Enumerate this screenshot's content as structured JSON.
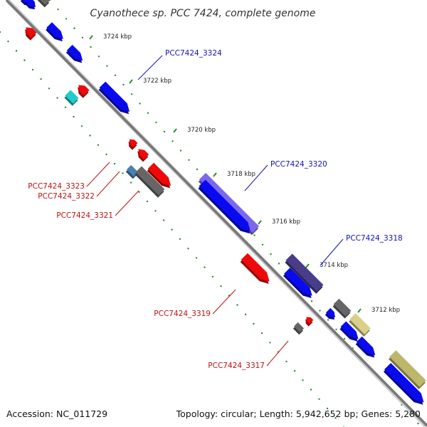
{
  "title": "Cyanothece sp. PCC 7424, complete genome",
  "footer": {
    "accession": "Accession: NC_011729",
    "summary": "Topology: circular; Length: 5,942,652 bp; Genes: 5,280"
  },
  "colors": {
    "backbone": "#777777",
    "tick": "#2e8b2e",
    "dot": "#2e8b2e",
    "forward_label": "#1010c0",
    "reverse_label": "#c01010",
    "blue": "#0a0aee",
    "red": "#ee0a0a",
    "gray": "#666666",
    "cyan": "#22cccc",
    "steel": "#4682b4",
    "lavender": "#7b68ee",
    "slate": "#483d8b",
    "khaki": "#d8d088",
    "olive": "#bdb76b"
  },
  "ticks": [
    {
      "label": "3724 kbp"
    },
    {
      "label": "3722 kbp"
    },
    {
      "label": "3720 kbp"
    },
    {
      "label": "3718 kbp"
    },
    {
      "label": "3716 kbp"
    },
    {
      "label": "3714 kbp"
    },
    {
      "label": "3712 kbp"
    }
  ],
  "gene_labels": [
    {
      "name": "PCC7424_3324",
      "strand": "forward"
    },
    {
      "name": "PCC7424_3323",
      "strand": "reverse"
    },
    {
      "name": "PCC7424_3322",
      "strand": "reverse"
    },
    {
      "name": "PCC7424_3321",
      "strand": "reverse"
    },
    {
      "name": "PCC7424_3320",
      "strand": "forward"
    },
    {
      "name": "PCC7424_3319",
      "strand": "reverse"
    },
    {
      "name": "PCC7424_3318",
      "strand": "forward"
    },
    {
      "name": "PCC7424_3317",
      "strand": "reverse"
    }
  ]
}
